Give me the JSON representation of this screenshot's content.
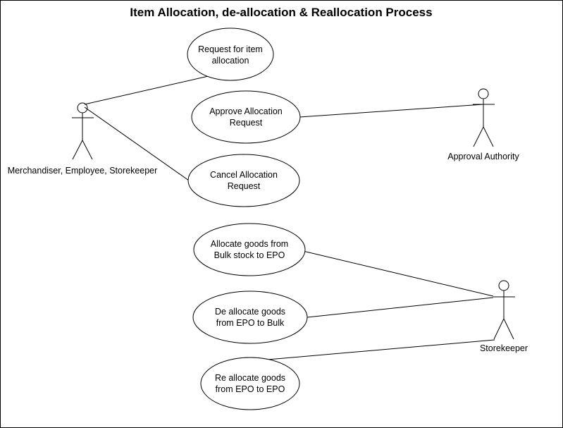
{
  "diagram": {
    "title": "Item Allocation, de-allocation & Reallocation Process",
    "use_cases": [
      {
        "id": "uc-request",
        "lines": [
          "Request for item",
          "allocation"
        ]
      },
      {
        "id": "uc-approve",
        "lines": [
          "Approve Allocation",
          "Request"
        ]
      },
      {
        "id": "uc-cancel",
        "lines": [
          "Cancel Allocation",
          "Request"
        ]
      },
      {
        "id": "uc-allocate",
        "lines": [
          "Allocate goods from",
          "Bulk stock to EPO"
        ]
      },
      {
        "id": "uc-deallocate",
        "lines": [
          "De allocate goods",
          "from EPO to Bulk"
        ]
      },
      {
        "id": "uc-reallocate",
        "lines": [
          "Re allocate goods",
          "from EPO to EPO"
        ]
      }
    ],
    "actors": [
      {
        "id": "merchandiser",
        "label": "Merchandiser, Employee, Storekeeper"
      },
      {
        "id": "approval-authority",
        "label": "Approval Authority"
      },
      {
        "id": "storekeeper",
        "label": "Storekeeper"
      }
    ]
  }
}
